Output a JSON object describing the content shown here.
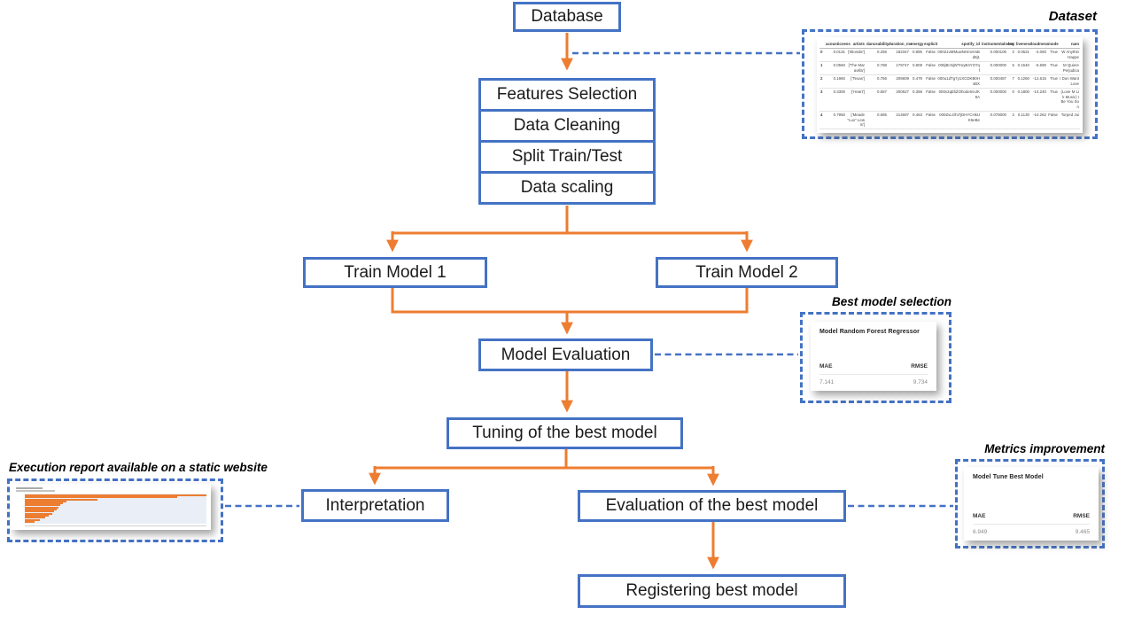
{
  "flow": {
    "database": "Database",
    "pipeline_steps": [
      "Features Selection",
      "Data Cleaning",
      "Split Train/Test",
      "Data scaling"
    ],
    "train_model_1": "Train Model 1",
    "train_model_2": "Train Model 2",
    "model_evaluation": "Model Evaluation",
    "tuning": "Tuning of the best model",
    "interpretation": "Interpretation",
    "evaluation_best": "Evaluation of the best model",
    "registering": "Registering best model"
  },
  "panels": {
    "dataset": {
      "label": "Dataset",
      "table": {
        "columns": [
          "",
          "acousticness",
          "artists",
          "danceability",
          "duration_ms",
          "energy",
          "explicit",
          "spotify_id",
          "instrumentalness",
          "key",
          "liveness",
          "loudness",
          "mode",
          "nam"
        ],
        "rows": [
          [
            "0",
            "0.0131",
            "['Blondie']",
            "0.256",
            "182347",
            "0.895",
            "False",
            "00021vMMuwNHmvVoBd8j1",
            "0.000106",
            "2",
            "0.0621",
            "-4.060",
            "True",
            "W Anythin Happe"
          ],
          [
            "1",
            "0.0560",
            "['The Maravilla']",
            "0.788",
            "179747",
            "0.808",
            "False",
            "000jBcNjWTmyB4YO7qf",
            "0.000000",
            "5",
            "0.1540",
            "-6.590",
            "True",
            "M Quiere Perjudica"
          ],
          [
            "2",
            "0.1960",
            "['Texas']",
            "0.756",
            "209609",
            "0.479",
            "False",
            "000u1dTg7y1XCDKB0HsBX",
            "0.000487",
            "7",
            "0.1260",
            "-12.615",
            "True",
            "I Don Want Love"
          ],
          [
            "3",
            "0.3300",
            "['Heart']",
            "0.587",
            "200627",
            "0.358",
            "False",
            "000v2qEliZOhodeInnJK8A",
            "0.000000",
            "0",
            "0.1800",
            "-14.240",
            "True",
            "(Love M Lik Music) I Be You Son"
          ],
          [
            "4",
            "0.7950",
            "['Meade \"Lux\" Lewis']",
            "0.685",
            "214697",
            "0.463",
            "False",
            "000ZvLGhi7jDHYCHkUK5eBe",
            "0.078000",
            "2",
            "0.1130",
            "-10.262",
            "False",
            "Torped Jui"
          ]
        ]
      }
    },
    "best_model": {
      "label": "Best model selection",
      "card_title": "Model Random Forest Regressor",
      "metric1_label": "MAE",
      "metric2_label": "RMSE",
      "metric1_value": "7.141",
      "metric2_value": "9.734"
    },
    "metrics": {
      "label": "Metrics improvement",
      "card_title": "Model Tune Best Model",
      "metric1_label": "MAE",
      "metric2_label": "RMSE",
      "metric1_value": "6.949",
      "metric2_value": "9.465"
    },
    "report": {
      "label": "Execution report available on a static website"
    }
  },
  "chart_data": {
    "type": "bar",
    "orientation": "horizontal",
    "title": "",
    "values_fraction": [
      1.0,
      0.84,
      0.4,
      0.23,
      0.21,
      0.195,
      0.185,
      0.175,
      0.16,
      0.15,
      0.13,
      0.11,
      0.085,
      0.055
    ],
    "bar_color": "#ED7D31",
    "plot_bg": "#e9eef7"
  },
  "colors": {
    "box_border": "#4472C4",
    "arrow": "#ED7D31",
    "dashed_connector": "#4472C4"
  }
}
